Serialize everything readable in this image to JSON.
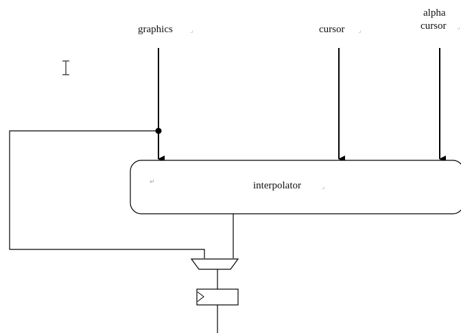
{
  "inputs": {
    "graphics": "graphics",
    "cursor": "cursor",
    "alpha_cursor_line1": "alpha",
    "alpha_cursor_line2": "cursor"
  },
  "block": {
    "label": "interpolator"
  },
  "marks": {
    "paragraph_mark": "↵",
    "label_mark": ".ᵢ",
    "text_cursor": "I"
  },
  "colors": {
    "line": "#000000",
    "background": "#ffffff",
    "label_mark": "#9a9a9a"
  }
}
